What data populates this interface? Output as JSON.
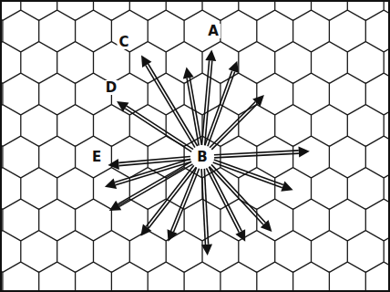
{
  "diagram": {
    "labels": [
      "A",
      "C",
      "D",
      "E",
      "B"
    ]
  }
}
